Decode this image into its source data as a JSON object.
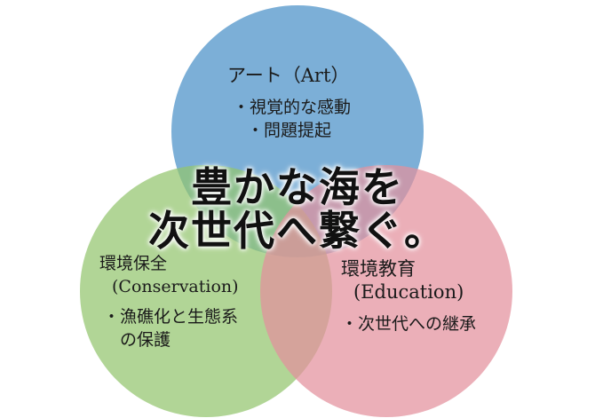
{
  "colors": {
    "art_circle": "#4a90c8",
    "conservation_circle": "#93c56e",
    "education_circle": "#e3909c"
  },
  "art": {
    "heading": "アート（Art）",
    "items": [
      "・視覚的な感動",
      "・問題提起"
    ]
  },
  "conservation": {
    "heading": "環境保全",
    "subheading": "(Conservation)",
    "items": [
      "・漁礁化と生態系",
      "　の保護"
    ]
  },
  "education": {
    "heading": "環境教育",
    "subheading": "(Education)",
    "items": [
      "・次世代への継承"
    ]
  },
  "center": {
    "line1": "豊かな海を",
    "line2": "次世代へ繋ぐ。"
  }
}
